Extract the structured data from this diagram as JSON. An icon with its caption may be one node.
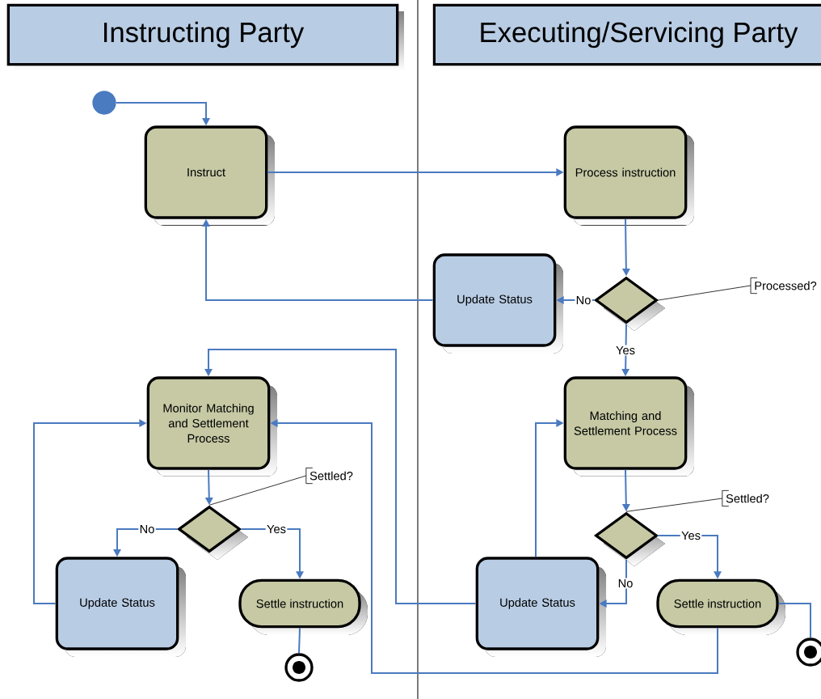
{
  "diagram": {
    "nodes": [
      {
        "text": [
          "Instructing Party"
        ]
      },
      {
        "text": [
          "Executing/Servicing Party"
        ]
      },
      {
        "text": [],
        "shape": "circle"
      },
      {
        "text": [
          "Instruct"
        ]
      },
      {
        "text": [
          "Process instruction"
        ]
      },
      {
        "text": [
          "Update Status"
        ]
      },
      {
        "text": [],
        "shape": "diamond"
      },
      {
        "text": [
          "Processed?"
        ]
      },
      {
        "text": [
          "Monitor Matching and Settlement Process"
        ]
      },
      {
        "text": [
          "Matching and Settlement Process"
        ]
      },
      {
        "text": [],
        "shape": "diamond"
      },
      {
        "text": [
          "Settled?"
        ]
      },
      {
        "text": [],
        "shape": "diamond"
      },
      {
        "text": [
          "Settled?"
        ]
      },
      {
        "text": [
          "Update Status"
        ]
      },
      {
        "text": [
          "Settle instruction"
        ]
      },
      {
        "text": [
          "Update Status"
        ]
      },
      {
        "text": [
          "Settle instruction"
        ]
      },
      {
        "text": [],
        "shape": "circle"
      },
      {
        "text": [],
        "shape": "circle"
      }
    ],
    "edges": [
      {
        "from": 2,
        "to": 3,
        "arrow": "to"
      },
      {
        "from": 3,
        "to": 4,
        "arrow": "to"
      },
      {
        "from": 4,
        "to": 6,
        "arrow": "to"
      },
      {
        "from": 6,
        "to": 5,
        "arrow": "to",
        "label": "No"
      },
      {
        "from": 5,
        "to": 3,
        "arrow": "to"
      },
      {
        "from": 6,
        "to": 9,
        "arrow": "to",
        "label": "Yes"
      },
      {
        "from": 7,
        "to": 6,
        "arrow": "none",
        "color": "#000000"
      },
      {
        "from": 8,
        "to": 10,
        "arrow": "to"
      },
      {
        "from": 11,
        "to": 10,
        "arrow": "none",
        "color": "#000000"
      },
      {
        "from": 10,
        "to": 14,
        "arrow": "to",
        "label": "No"
      },
      {
        "from": 10,
        "to": 15,
        "arrow": "to",
        "label": "Yes"
      },
      {
        "from": 14,
        "to": 8,
        "arrow": "to"
      },
      {
        "from": 15,
        "to": 18,
        "arrow": "none"
      },
      {
        "from": 9,
        "to": 12,
        "arrow": "to"
      },
      {
        "from": 13,
        "to": 12,
        "arrow": "none",
        "color": "#000000"
      },
      {
        "from": 12,
        "to": 17,
        "arrow": "to",
        "label": "Yes"
      },
      {
        "from": 12,
        "to": 16,
        "arrow": "to",
        "label": "No"
      },
      {
        "from": 16,
        "to": 9,
        "arrow": "to"
      },
      {
        "from": 16,
        "to": 8,
        "arrow": "to"
      },
      {
        "from": 17,
        "to": 8,
        "arrow": "to"
      },
      {
        "from": 17,
        "to": 19,
        "arrow": "none"
      }
    ]
  }
}
